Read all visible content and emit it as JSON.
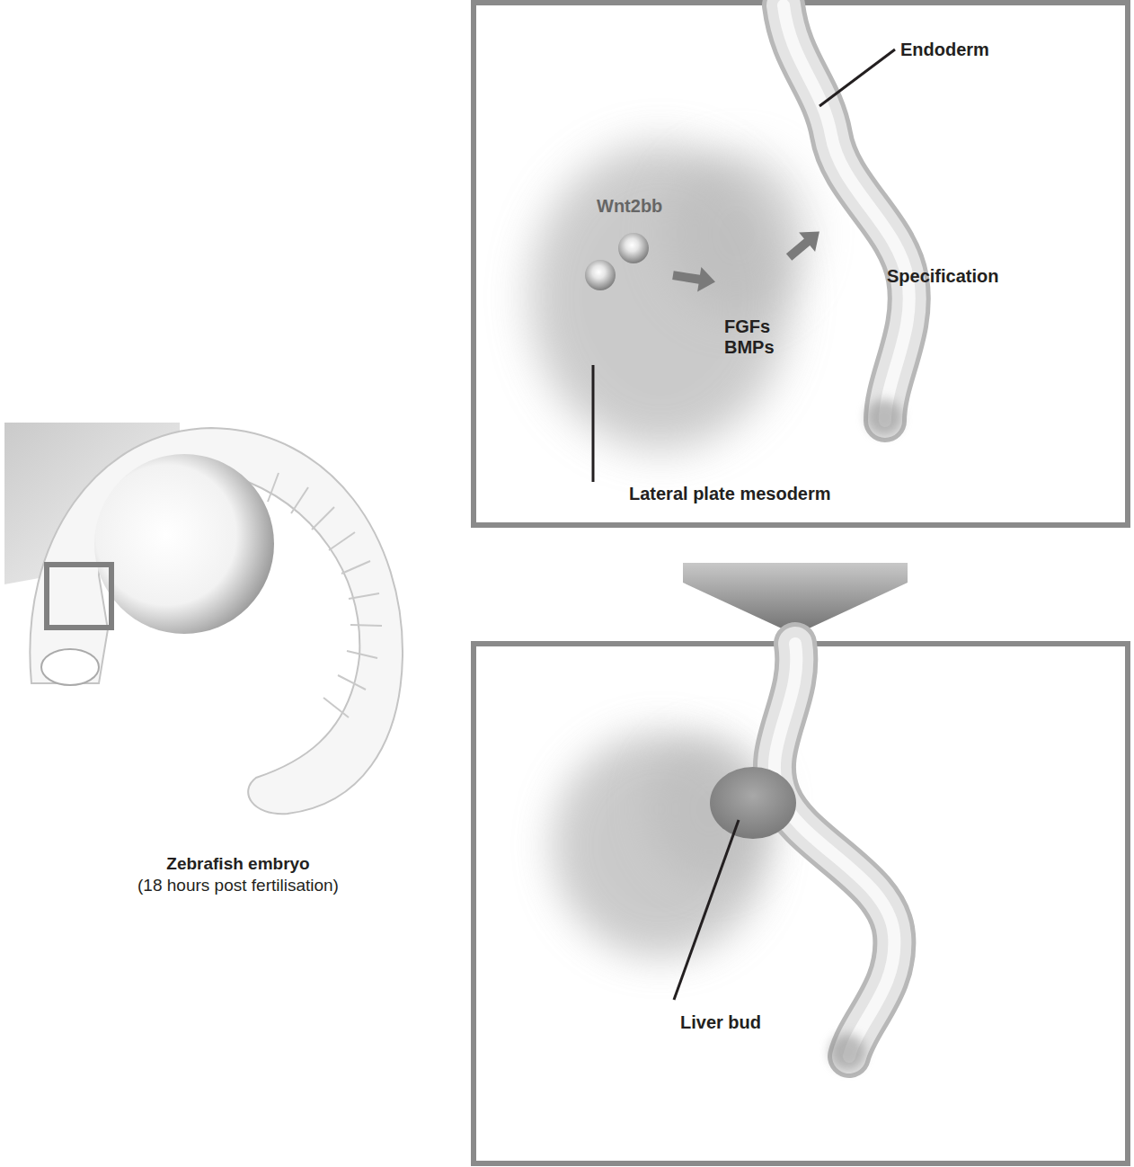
{
  "diagram": {
    "nodes": [
      {
        "text": [
          "Lateral plate mesoderm"
        ]
      },
      {
        "text": [
          "Wnt2bb"
        ],
        "in": 0
      },
      {
        "text": [
          "FGFs BMPs"
        ],
        "in": 0
      },
      {
        "text": [
          "Endoderm",
          "Specification"
        ]
      },
      {
        "text": [
          "Liver bud"
        ]
      }
    ],
    "edges": [
      {
        "from": 1,
        "to": 2,
        "arrow": "to"
      },
      {
        "from": 2,
        "to": 3,
        "arrow": "to"
      }
    ],
    "labels": [
      "Zebrafish embryo",
      "(18 hours post fertilisation)"
    ]
  }
}
